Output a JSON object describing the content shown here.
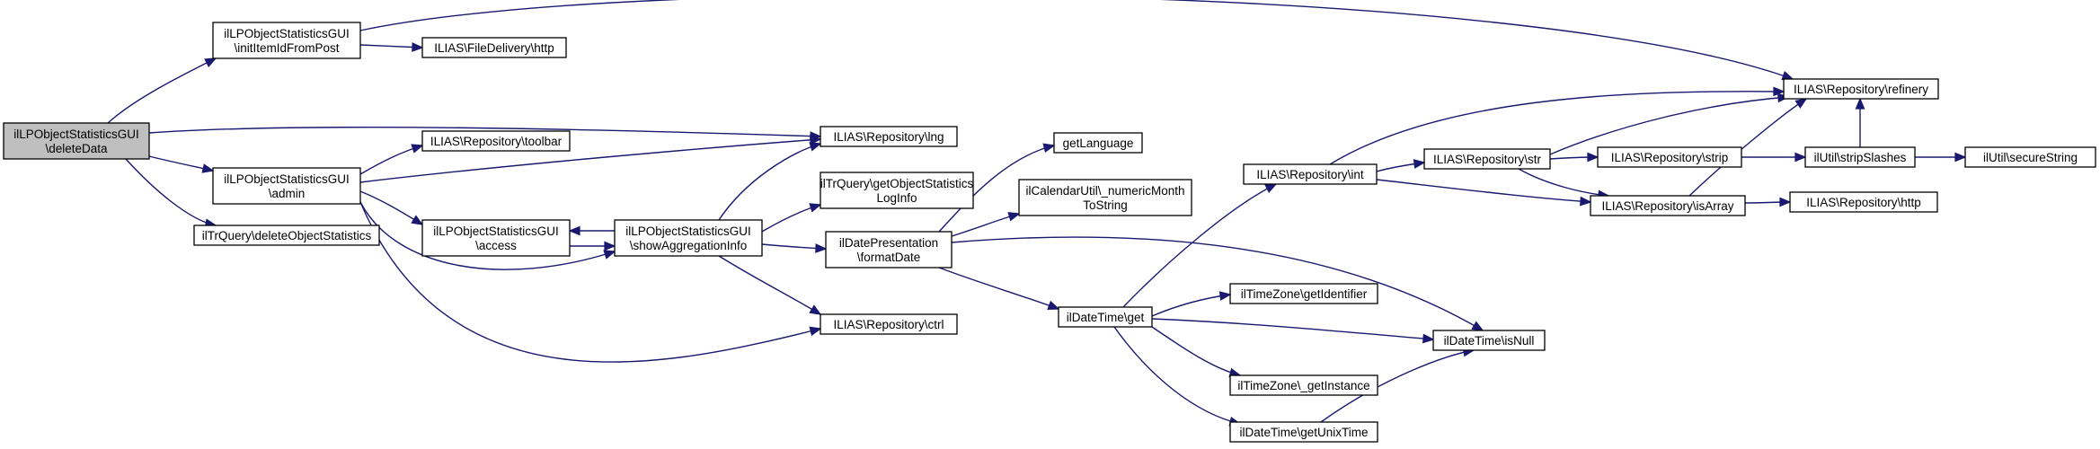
{
  "colors": {
    "edge": "#191970",
    "node_fill": "#ffffff",
    "root_fill": "#bfbfbf",
    "node_border": "#000000",
    "truncated_border": "#ff0000"
  },
  "nodes": [
    {
      "id": "root",
      "lines": [
        "ilLPObjectStatisticsGUI",
        "\\deleteData"
      ],
      "style": "root"
    },
    {
      "id": "initItemIdFromPost",
      "lines": [
        "ilLPObjectStatisticsGUI",
        "\\initItemIdFromPost"
      ]
    },
    {
      "id": "fileDeliveryHttp",
      "lines": [
        "ILIAS\\FileDelivery\\http"
      ]
    },
    {
      "id": "admin",
      "lines": [
        "ilLPObjectStatisticsGUI",
        "\\admin"
      ]
    },
    {
      "id": "deleteObjectStatistics",
      "lines": [
        "ilTrQuery\\deleteObjectStatistics"
      ]
    },
    {
      "id": "toolbar",
      "lines": [
        "ILIAS\\Repository\\toolbar"
      ]
    },
    {
      "id": "access",
      "lines": [
        "ilLPObjectStatisticsGUI",
        "\\access"
      ]
    },
    {
      "id": "lng",
      "lines": [
        "ILIAS\\Repository\\lng"
      ]
    },
    {
      "id": "getObjectStatisticsLogInfo",
      "lines": [
        "ilTrQuery\\getObjectStatistics",
        "LogInfo"
      ]
    },
    {
      "id": "showAggregationInfo",
      "lines": [
        "ilLPObjectStatisticsGUI",
        "\\showAggregationInfo"
      ]
    },
    {
      "id": "ctrl",
      "lines": [
        "ILIAS\\Repository\\ctrl"
      ]
    },
    {
      "id": "getLanguage",
      "lines": [
        "getLanguage"
      ]
    },
    {
      "id": "numericMonthToString",
      "lines": [
        "ilCalendarUtil\\_numericMonth",
        "ToString"
      ]
    },
    {
      "id": "formatDate",
      "lines": [
        "ilDatePresentation",
        "\\formatDate"
      ]
    },
    {
      "id": "dateTimeGet",
      "lines": [
        "ilDateTime\\get"
      ]
    },
    {
      "id": "getIdentifier",
      "lines": [
        "ilTimeZone\\getIdentifier"
      ]
    },
    {
      "id": "getInstance",
      "lines": [
        "ilTimeZone\\_getInstance"
      ]
    },
    {
      "id": "getUnixTime",
      "lines": [
        "ilDateTime\\getUnixTime"
      ]
    },
    {
      "id": "isNull",
      "lines": [
        "ilDateTime\\isNull"
      ]
    },
    {
      "id": "repoInt",
      "lines": [
        "ILIAS\\Repository\\int"
      ]
    },
    {
      "id": "repoStr",
      "lines": [
        "ILIAS\\Repository\\str"
      ]
    },
    {
      "id": "repoStrip",
      "lines": [
        "ILIAS\\Repository\\strip"
      ]
    },
    {
      "id": "isArray",
      "lines": [
        "ILIAS\\Repository\\isArray"
      ]
    },
    {
      "id": "repoHttp",
      "lines": [
        "ILIAS\\Repository\\http"
      ]
    },
    {
      "id": "refinery",
      "lines": [
        "ILIAS\\Repository\\refinery"
      ]
    },
    {
      "id": "stripSlashes",
      "lines": [
        "ilUtil\\stripSlashes"
      ]
    },
    {
      "id": "secureString",
      "lines": [
        "ilUtil\\secureString"
      ],
      "style": "truncated"
    }
  ],
  "edges": [
    {
      "from": "root",
      "to": "initItemIdFromPost"
    },
    {
      "from": "root",
      "to": "lng"
    },
    {
      "from": "root",
      "to": "admin"
    },
    {
      "from": "root",
      "to": "deleteObjectStatistics"
    },
    {
      "from": "initItemIdFromPost",
      "to": "refinery"
    },
    {
      "from": "initItemIdFromPost",
      "to": "fileDeliveryHttp"
    },
    {
      "from": "admin",
      "to": "toolbar"
    },
    {
      "from": "admin",
      "to": "lng"
    },
    {
      "from": "admin",
      "to": "access"
    },
    {
      "from": "admin",
      "to": "showAggregationInfo"
    },
    {
      "from": "admin",
      "to": "ctrl"
    },
    {
      "from": "access",
      "to": "showAggregationInfo"
    },
    {
      "from": "showAggregationInfo",
      "to": "access"
    },
    {
      "from": "showAggregationInfo",
      "to": "lng"
    },
    {
      "from": "showAggregationInfo",
      "to": "getObjectStatisticsLogInfo"
    },
    {
      "from": "showAggregationInfo",
      "to": "formatDate"
    },
    {
      "from": "showAggregationInfo",
      "to": "ctrl"
    },
    {
      "from": "formatDate",
      "to": "getLanguage"
    },
    {
      "from": "formatDate",
      "to": "numericMonthToString"
    },
    {
      "from": "formatDate",
      "to": "dateTimeGet"
    },
    {
      "from": "formatDate",
      "to": "isNull"
    },
    {
      "from": "dateTimeGet",
      "to": "repoInt"
    },
    {
      "from": "dateTimeGet",
      "to": "getIdentifier"
    },
    {
      "from": "dateTimeGet",
      "to": "isNull"
    },
    {
      "from": "dateTimeGet",
      "to": "getInstance"
    },
    {
      "from": "dateTimeGet",
      "to": "getUnixTime"
    },
    {
      "from": "getUnixTime",
      "to": "isNull"
    },
    {
      "from": "repoInt",
      "to": "refinery"
    },
    {
      "from": "repoInt",
      "to": "repoStr"
    },
    {
      "from": "repoInt",
      "to": "isArray"
    },
    {
      "from": "repoStr",
      "to": "refinery"
    },
    {
      "from": "repoStr",
      "to": "repoStrip"
    },
    {
      "from": "repoStr",
      "to": "isArray"
    },
    {
      "from": "repoStrip",
      "to": "stripSlashes"
    },
    {
      "from": "isArray",
      "to": "refinery"
    },
    {
      "from": "isArray",
      "to": "repoHttp"
    },
    {
      "from": "stripSlashes",
      "to": "secureString"
    },
    {
      "from": "stripSlashes",
      "to": "refinery"
    }
  ]
}
